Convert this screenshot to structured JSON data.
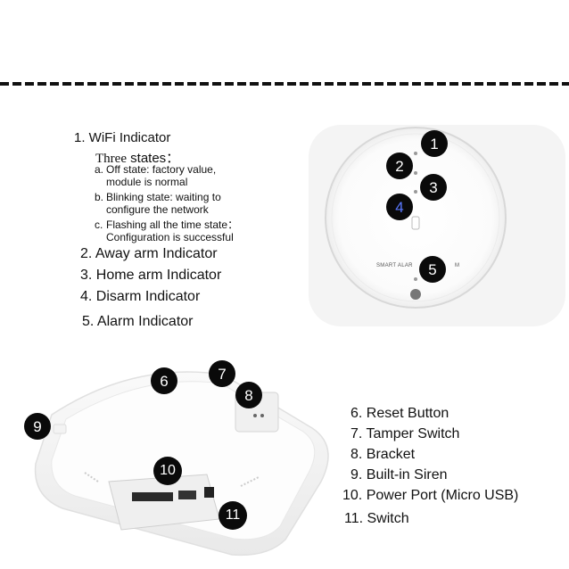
{
  "wifi": {
    "title": "1. WiFi  Indicator",
    "three": "Three",
    "states": " states：",
    "items": [
      {
        "letter": "a.",
        "line1": "Off state: factory value,",
        "line2": "module is normal"
      },
      {
        "letter": "b.",
        "line1": "Blinking state: waiting to",
        "line2": "configure the network"
      },
      {
        "letter": "c.",
        "line1": "Flashing all the time state：",
        "line2": "Configuration is successful"
      }
    ]
  },
  "indicators": [
    "2. Away arm Indicator",
    "3. Home arm Indicator",
    "4. Disarm Indicator",
    "5. Alarm Indicator"
  ],
  "device_front": {
    "brand_text": "SMART ALAR",
    "brand_text_tail": "M",
    "badges": [
      "1",
      "2",
      "3",
      "4",
      "5"
    ]
  },
  "device_back": {
    "badges": [
      "6",
      "7",
      "8",
      "9",
      "10",
      "11"
    ]
  },
  "parts": [
    "6. Reset Button",
    "7. Tamper Switch",
    "8. Bracket",
    "9. Built-in Siren",
    "10. Power Port (Micro USB)",
    "11. Switch"
  ],
  "colors": {
    "badge_bg": "#0a0a0a",
    "badge_text": "#ffffff",
    "badge_blue": "#5a78ff"
  }
}
